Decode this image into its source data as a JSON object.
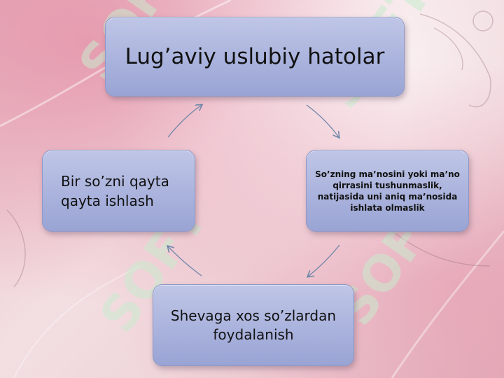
{
  "diagram": {
    "top_label": "Lug’aviy uslubiy hatolar",
    "right_label": "So’zning ma’nosini yoki ma’no qirrasini tushunmaslik, natijasida uni aniq ma’nosida ishlata olmaslik",
    "bottom_label": "Shevaga xos so’zlardan foydalanish",
    "left_label": "Bir so’zni qayta qayta ishlash"
  },
  "watermark": {
    "text": "SOFT"
  },
  "colors": {
    "box_fill": "#aab3dd",
    "arrow": "#6f86a8",
    "background": "#f0d6db"
  }
}
